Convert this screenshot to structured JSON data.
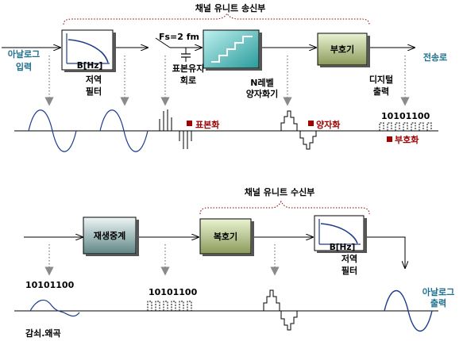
{
  "top": {
    "title": "채널 유니트 송신부",
    "input_label_1": "아날로그",
    "input_label_2": "입력",
    "filter_caption": "B[Hz]",
    "filter_label_1": "저역",
    "filter_label_2": "필터",
    "sampling_rate": "Fs=2 fm",
    "hold_label_1": "표본유지",
    "hold_label_2": "회로",
    "quantizer_label_1": "N레벨",
    "quantizer_label_2": "양자화기",
    "encoder_label": "부호기",
    "digital_label_1": "디지털",
    "digital_label_2": "출력",
    "output_label": "전송로",
    "sampling_tag": "표본화",
    "quantize_tag": "양자화",
    "encode_tag": "부호화",
    "bits": "10101100"
  },
  "bottom": {
    "title": "채널 유니트 수신부",
    "repeater_label": "재생중계",
    "decoder_label": "복호기",
    "filter_caption": "B[Hz]",
    "filter_label_1": "저역",
    "filter_label_2": "필터",
    "bits_left": "10101100",
    "bits_mid": "10101100",
    "attenuation_label": "감쇠.왜곡",
    "output_label_1": "아날로그",
    "output_label_2": "출력"
  }
}
